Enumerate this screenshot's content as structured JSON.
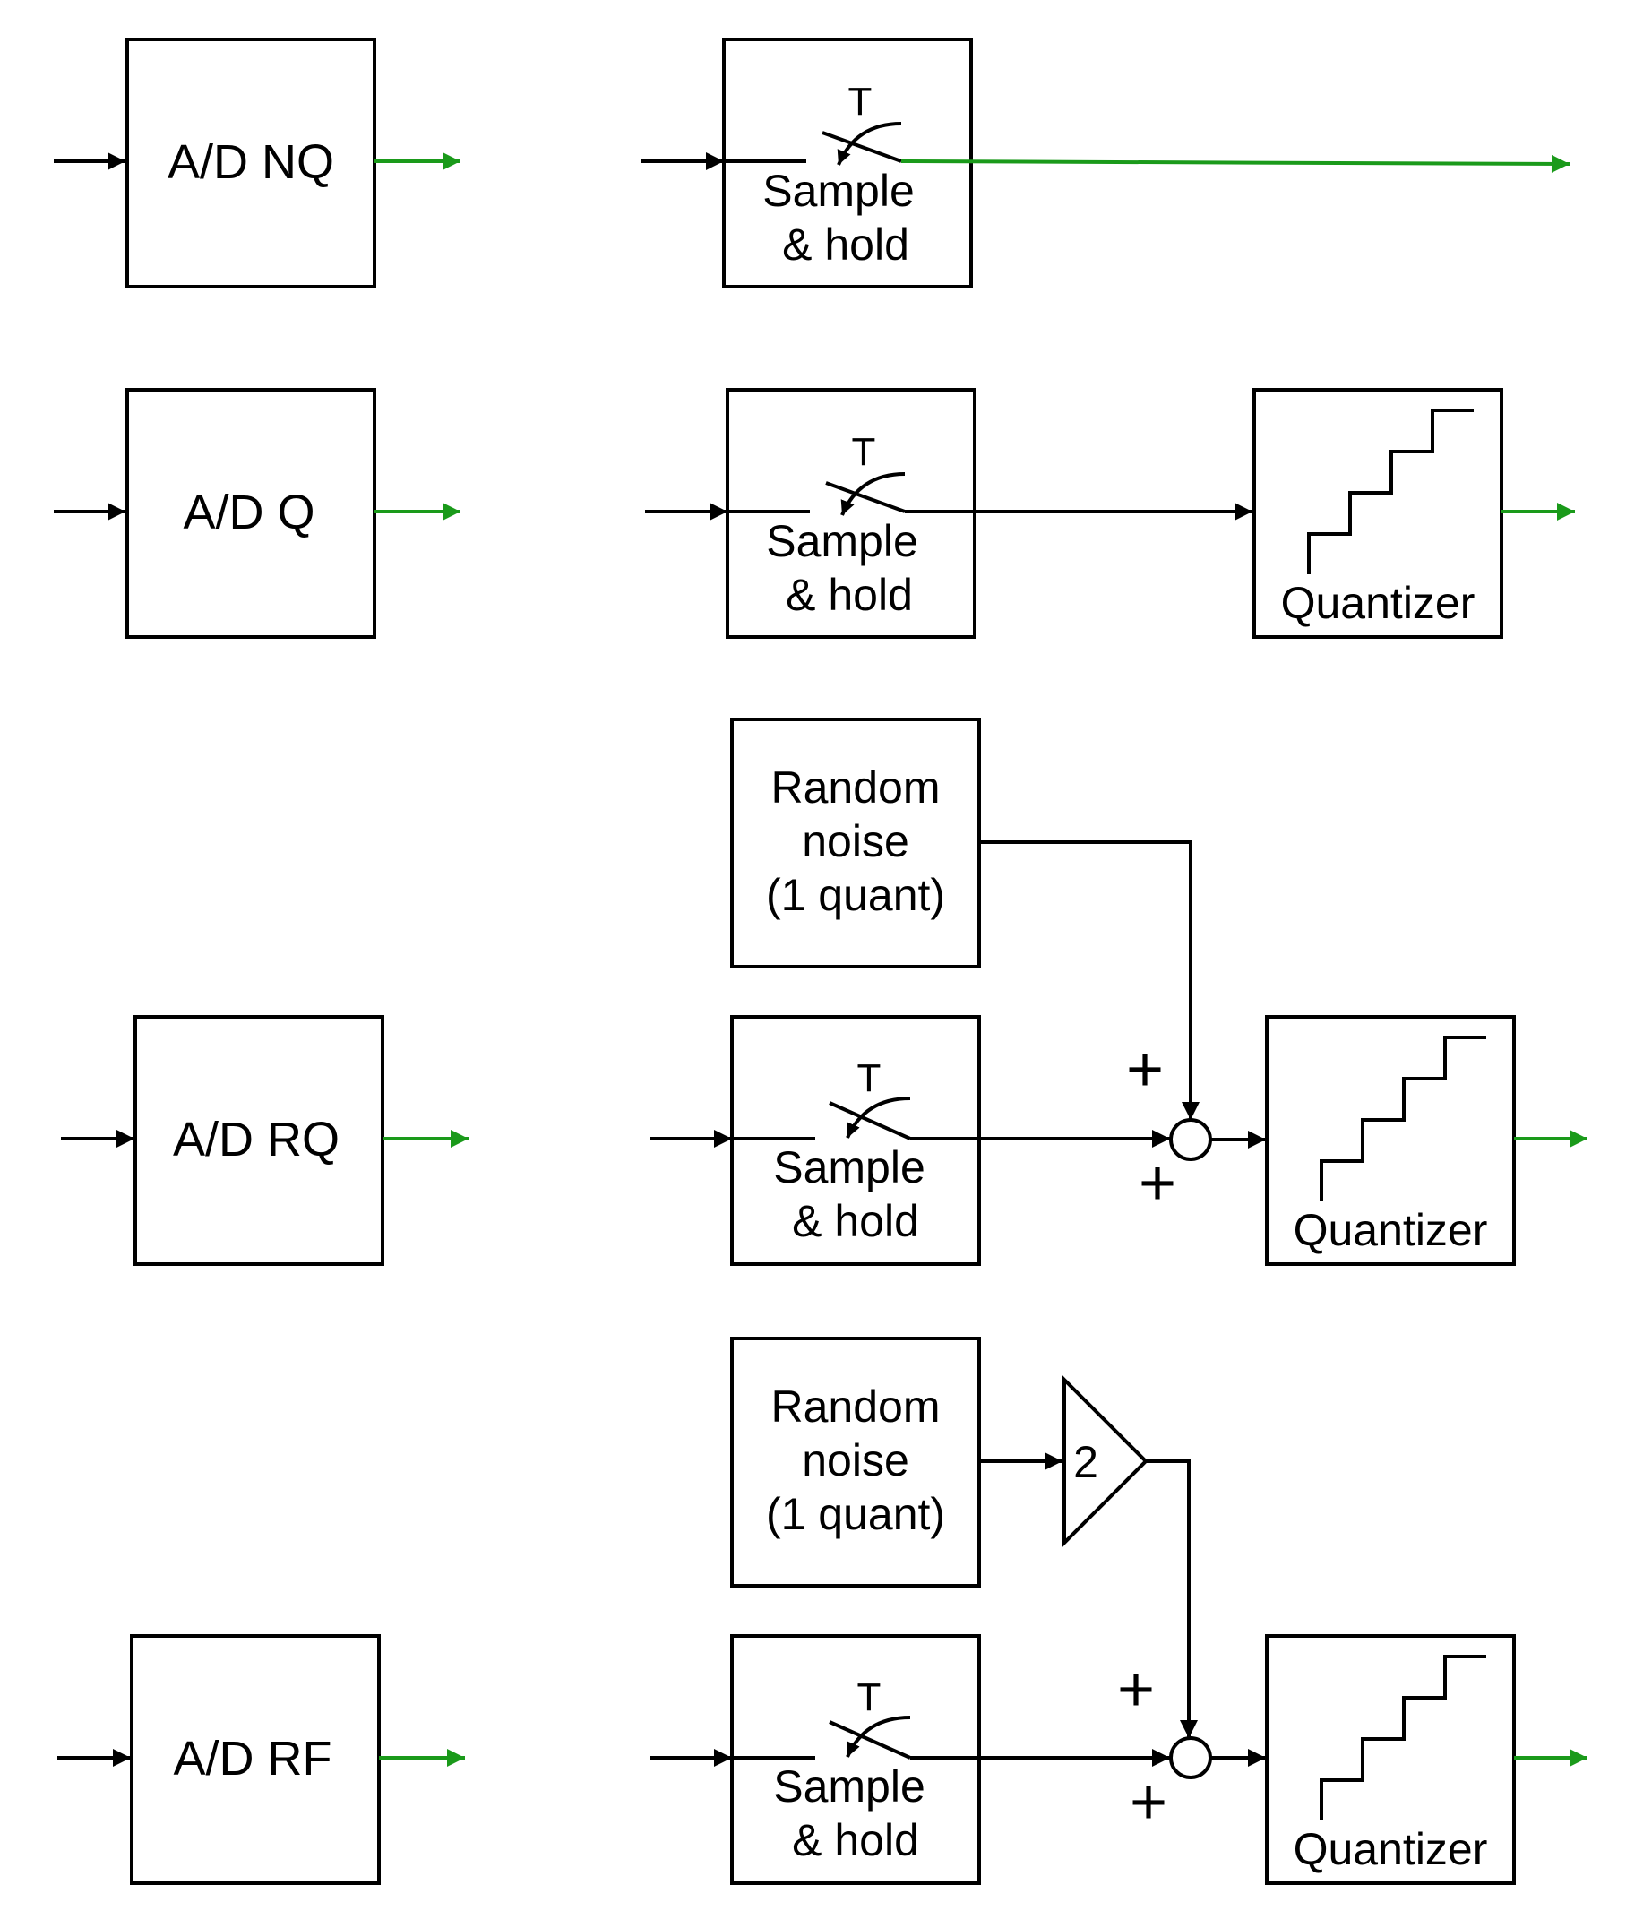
{
  "colors": {
    "output_arrow": "#1a9a1a",
    "line": "#000000",
    "background": "#ffffff"
  },
  "rows": [
    {
      "converter_label": "A/D NQ",
      "sample_hold": {
        "switch_label": "T",
        "line1": "Sample",
        "line2": "& hold"
      }
    },
    {
      "converter_label": "A/D Q",
      "sample_hold": {
        "switch_label": "T",
        "line1": "Sample",
        "line2": "& hold"
      },
      "quantizer_label": "Quantizer"
    },
    {
      "converter_label": "A/D RQ",
      "noise": {
        "line1": "Random",
        "line2": "noise",
        "line3": "(1 quant)"
      },
      "sample_hold": {
        "switch_label": "T",
        "line1": "Sample",
        "line2": "& hold"
      },
      "sum_signs": [
        "+",
        "+"
      ],
      "quantizer_label": "Quantizer"
    },
    {
      "converter_label": "A/D RF",
      "noise": {
        "line1": "Random",
        "line2": "noise",
        "line3": "(1 quant)"
      },
      "gain_label": "2",
      "sample_hold": {
        "switch_label": "T",
        "line1": "Sample",
        "line2": "& hold"
      },
      "sum_signs": [
        "+",
        "+"
      ],
      "quantizer_label": "Quantizer"
    }
  ]
}
